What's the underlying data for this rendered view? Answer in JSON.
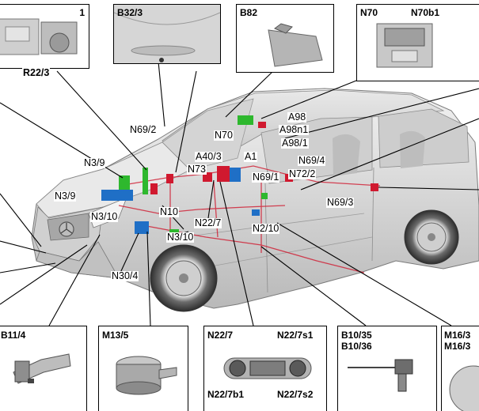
{
  "top_panels": {
    "p1": {
      "label": "1",
      "callout": "R22/3"
    },
    "p2": {
      "label": "B32/3"
    },
    "p3": {
      "label": "B82"
    },
    "p4": {
      "label_a": "N70",
      "label_b": "N70b1"
    }
  },
  "bottom_panels": {
    "b1": {
      "label": "B11/4"
    },
    "b2": {
      "label": "M13/5"
    },
    "b3": {
      "label_top_left": "N22/7",
      "label_top_right": "N22/7s1",
      "label_bottom_left": "N22/7b1",
      "label_bottom_right": "N22/7s2"
    },
    "b4": {
      "label_a": "B10/35",
      "label_b": "B10/36"
    },
    "b5": {
      "label_a": "M16/3",
      "label_b": "M16/3"
    }
  },
  "callouts": {
    "n69_2": "N69/2",
    "n70": "N70",
    "a98": "A98",
    "a98n1": "A98n1",
    "a98_1": "A98/1",
    "n3_9_top": "N3/9",
    "a40_3": "A40/3",
    "a1": "A1",
    "n73": "N73",
    "n69_4": "N69/4",
    "n69_1": "N69/1",
    "n72_2": "N72/2",
    "n3_9_left": "N3/9",
    "n3_10_left": "N3/10",
    "n10": "N10",
    "n22_7": "N22/7",
    "n69_3": "N69/3",
    "n2_10": "N2/10",
    "n3_10_mid": "N3/10",
    "n30_4": "N30/4"
  },
  "colors": {
    "green": "#2eb82e",
    "red": "#d0192f",
    "blue": "#1f6fc6",
    "line": "#000000",
    "car_body": "#d9d9d9"
  }
}
